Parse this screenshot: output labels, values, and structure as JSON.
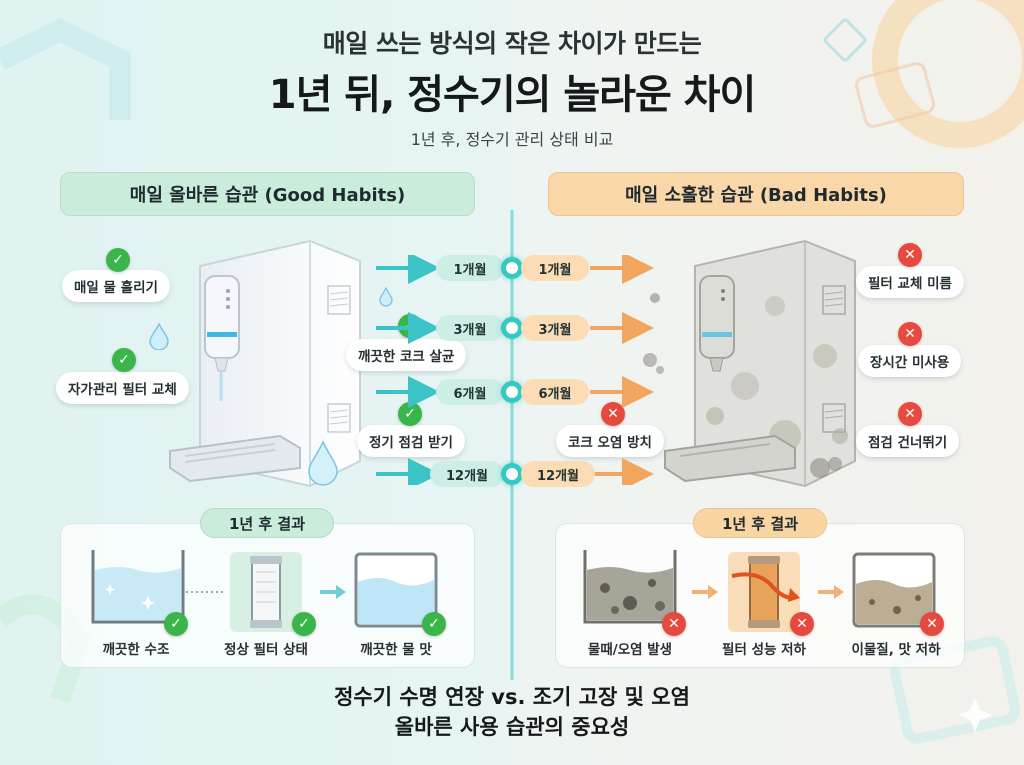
{
  "header": {
    "pre_title": "매일 쓰는 방식의 작은 차이가 만드는",
    "title": "1년 뒤, 정수기의 놀라운 차이",
    "subtitle": "1년 후, 정수기 관리 상태 비교"
  },
  "good": {
    "banner": "매일 올바른 습관 (Good Habits)",
    "habits": [
      "매일 물 흘리기",
      "자가관리 필터 교체",
      "깨끗한 코크 살균",
      "정기 점검 받기"
    ],
    "result_title": "1년 후 결과",
    "results": [
      "깨끗한 수조",
      "정상 필터 상태",
      "깨끗한 물 맛"
    ]
  },
  "bad": {
    "banner": "매일 소홀한 습관 (Bad Habits)",
    "habits": [
      "필터 교체 미름",
      "장시간 미사용",
      "코크 오염 방치",
      "점검 건너뛰기"
    ],
    "result_title": "1년 후 결과",
    "results": [
      "물때/오염 발생",
      "필터 성능 저하",
      "이물질, 맛 저하"
    ]
  },
  "timeline": [
    "1개월",
    "3개월",
    "6개월",
    "12개월"
  ],
  "footer": {
    "line1": "정수기 수명 연장 vs. 조기 고장 및 오염",
    "line2": "올바른 사용 습관의 중요성"
  },
  "icons": {
    "ok": "check-icon",
    "no": "cross-icon"
  },
  "colors": {
    "good": "#c9ecdb",
    "bad": "#f9d7a9",
    "timeline": "#36c8c2",
    "ok": "#3ab54a",
    "no": "#e64a3e"
  }
}
